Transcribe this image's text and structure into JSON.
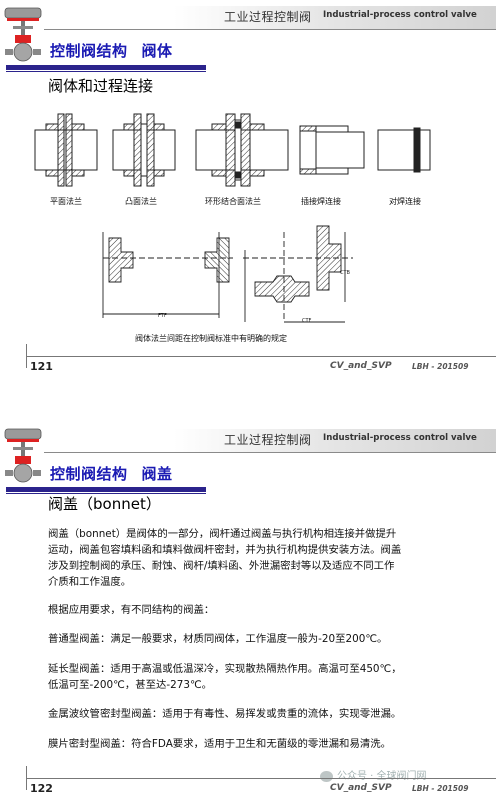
{
  "header": {
    "title_cn": "工业过程控制阀",
    "title_en": "Industrial-process control valve"
  },
  "footer": {
    "author": "CV_and_SVP",
    "code": "LBH - 201509"
  },
  "slide1": {
    "section": "控制阀结构",
    "topic": "阀体",
    "subtitle": "阀体和过程连接",
    "connections": [
      "平面法兰",
      "凸面法兰",
      "环形结合面法兰",
      "插接焊连接",
      "对焊连接"
    ],
    "drawing_labels": {
      "ftf": "FTF",
      "ctf": "CTF",
      "ctb": "CTB"
    },
    "caption": "阀体法兰间距在控制阀标准中有明确的规定",
    "page": "121"
  },
  "slide2": {
    "section": "控制阀结构",
    "topic": "阀盖",
    "subtitle": "阀盖（bonnet）",
    "paragraphs": [
      [
        "阀盖（bonnet）是阀体的一部分，阀杆通过阀盖与执行机构相连接并做提升",
        "运动，阀盖包容填料函和填料做阀杆密封，并为执行机构提供安装方法。阀盖",
        "涉及到控制阀的承压、耐蚀、阀杆/填料函、外泄漏密封等以及适应不同工作",
        "介质和工作温度。"
      ],
      [
        "根据应用要求，有不同结构的阀盖："
      ],
      [
        "普通型阀盖：满足一般要求，材质同阀体，工作温度一般为-20至200℃。"
      ],
      [
        "延长型阀盖：适用于高温或低温深冷，实现散热隔热作用。高温可至450℃，",
        "低温可至-200℃，甚至达-273℃。"
      ],
      [
        "金属波纹管密封型阀盖：适用于有毒性、易挥发或贵重的流体，实现零泄漏。"
      ],
      [
        "膜片密封型阀盖：符合FDA要求，适用于卫生和无菌级的零泄漏和易清洗。"
      ]
    ],
    "page": "122",
    "watermark": "公众号 · 全球阀门网"
  }
}
